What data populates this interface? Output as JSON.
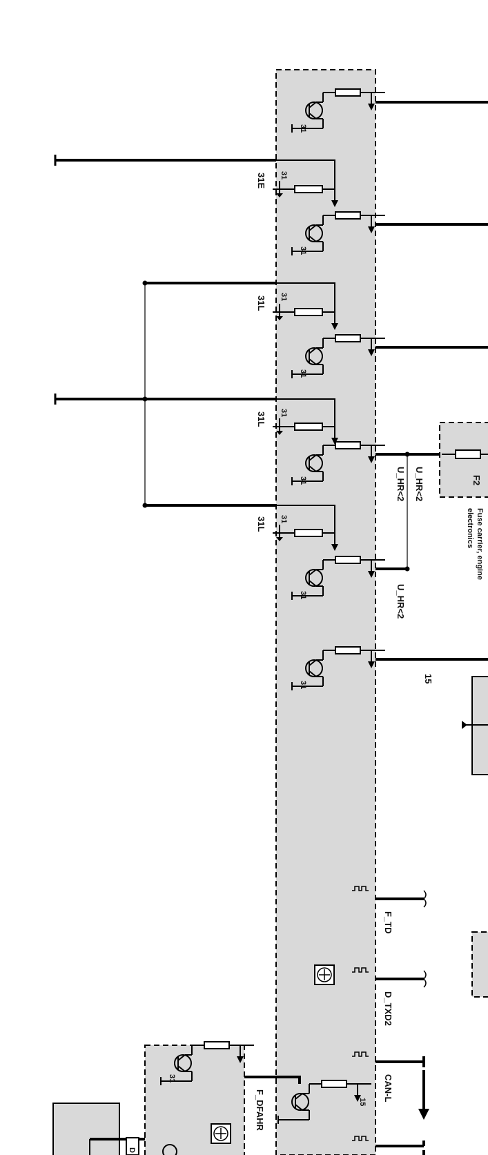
{
  "wires": {
    "w31E": "31E",
    "w31L_1": "31L",
    "w31L_2": "31L",
    "w31L_3": "31L",
    "w15": "15",
    "ground_31": "31"
  },
  "signals": {
    "u_hr_a": "U_HR<2",
    "u_hr_b": "U_HR<2",
    "u_hr_c": "U_HR<2",
    "f_td": "F_TD",
    "d_txd2": "D_TXD2",
    "can_l": "CAN-L",
    "f_dfahr": "F_DFAHR",
    "pin_15": "15",
    "pin_D": "D"
  },
  "fuse": {
    "id": "F2",
    "caption_line1": "Fuse carrier, engine",
    "caption_line2": "electronics"
  }
}
